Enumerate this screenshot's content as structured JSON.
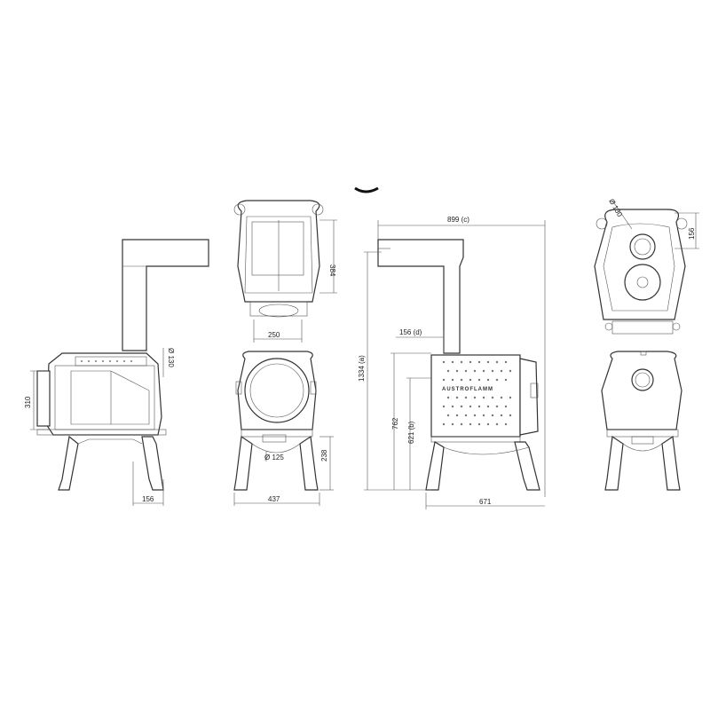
{
  "brand_label": "AUSTROFLAMM",
  "dimensions": {
    "side_left_height": "310",
    "side_left_flue_dia": "Ø 130",
    "side_left_depth": "156",
    "top_view_depth": "384",
    "top_view_width": "250",
    "front_air_dia": "Ø 125",
    "front_leg_height": "238",
    "front_width": "437",
    "side_total_height": "1334 (a)",
    "side_flue_width": "899 (c)",
    "side_flue_offset": "156 (d)",
    "side_top_height": "762",
    "side_outlet_height": "621 (b)",
    "side_depth": "671",
    "rear_top_flue_dia": "Ø 130",
    "rear_top_offset": "156"
  }
}
